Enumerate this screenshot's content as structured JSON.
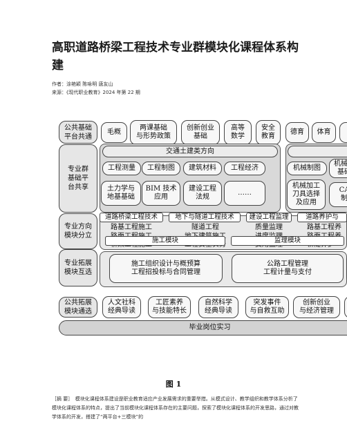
{
  "paper": {
    "title": "高职道路桥梁工程技术专业群模块化课程体系构建",
    "authors": "作者：涂艳颖 陈咏明 唐友山",
    "source": "来源：《现代职业教育》2024 年第 22 期"
  },
  "figure": {
    "caption": "图 1",
    "rows": {
      "public_base": "公共基础\n平台共通",
      "group_platform": "专业群\n基础平\n台共享",
      "direction": "专业方向\n模块分立",
      "expansion": "专业拓展\n模块互选",
      "public_ext": "公共拓展\n模块通选"
    },
    "public_courses": [
      "毛概",
      "两课基础\n与形势政策",
      "创新创业\n基础",
      "高等\n数学",
      "安全\n教育",
      "德育",
      "体育",
      "…"
    ],
    "civil_header": "交通土建类方向",
    "civil_courses": [
      "工程测量",
      "工程制图",
      "建筑材料",
      "工程经济"
    ],
    "civil_courses2": [
      "土力学与\n地基基础",
      "BIM 技术\n应用",
      "建设工程\n法规",
      "……"
    ],
    "mech_courses": [
      "机械制图",
      "机械设\n基础"
    ],
    "mech_courses2": [
      "机械加工\n刀具选择\n及应用",
      "CA\n制"
    ],
    "direction_tabs": [
      "道路桥梁工程技术",
      "地下与隧道工程技术",
      "建设工程监理",
      "道路养护与"
    ],
    "direction_courses": [
      "路基工程施工\n路面工程施工\n桥梁工程施工",
      "隧道工程\n地下建筑施工\n工程安全实务",
      "质量监理\n进度监理\n费用监理",
      "路基工程养\n路面工程养\n桥隧养护"
    ],
    "expansion_tabs": [
      "施工模块",
      "监理模块"
    ],
    "expansion_courses": [
      "施工组织设计与概预算\n工程招投标与合同管理",
      "公路工程管理\n工程计量与支付"
    ],
    "ext_courses": [
      "人文社科\n经典导读",
      "工匠素养\n与技能特长",
      "自然科学\n经典导读",
      "突发事件\n与自救互助",
      "创新创业\n与经济管理"
    ],
    "internship": "毕业岗位实习"
  },
  "abstract": {
    "text": "［摘 要］　模块化课程体系建设是职业教育适应产业发展需求的重要举措。从模式设计、教学组织和教学体系分析了模块化课程体系的特点，提出了当前模块化课程体系存在的主要问题，探索了模块化课程体系的开发思路，通过对教学体系的开发，搭建了“两平台+三模块”的"
  }
}
